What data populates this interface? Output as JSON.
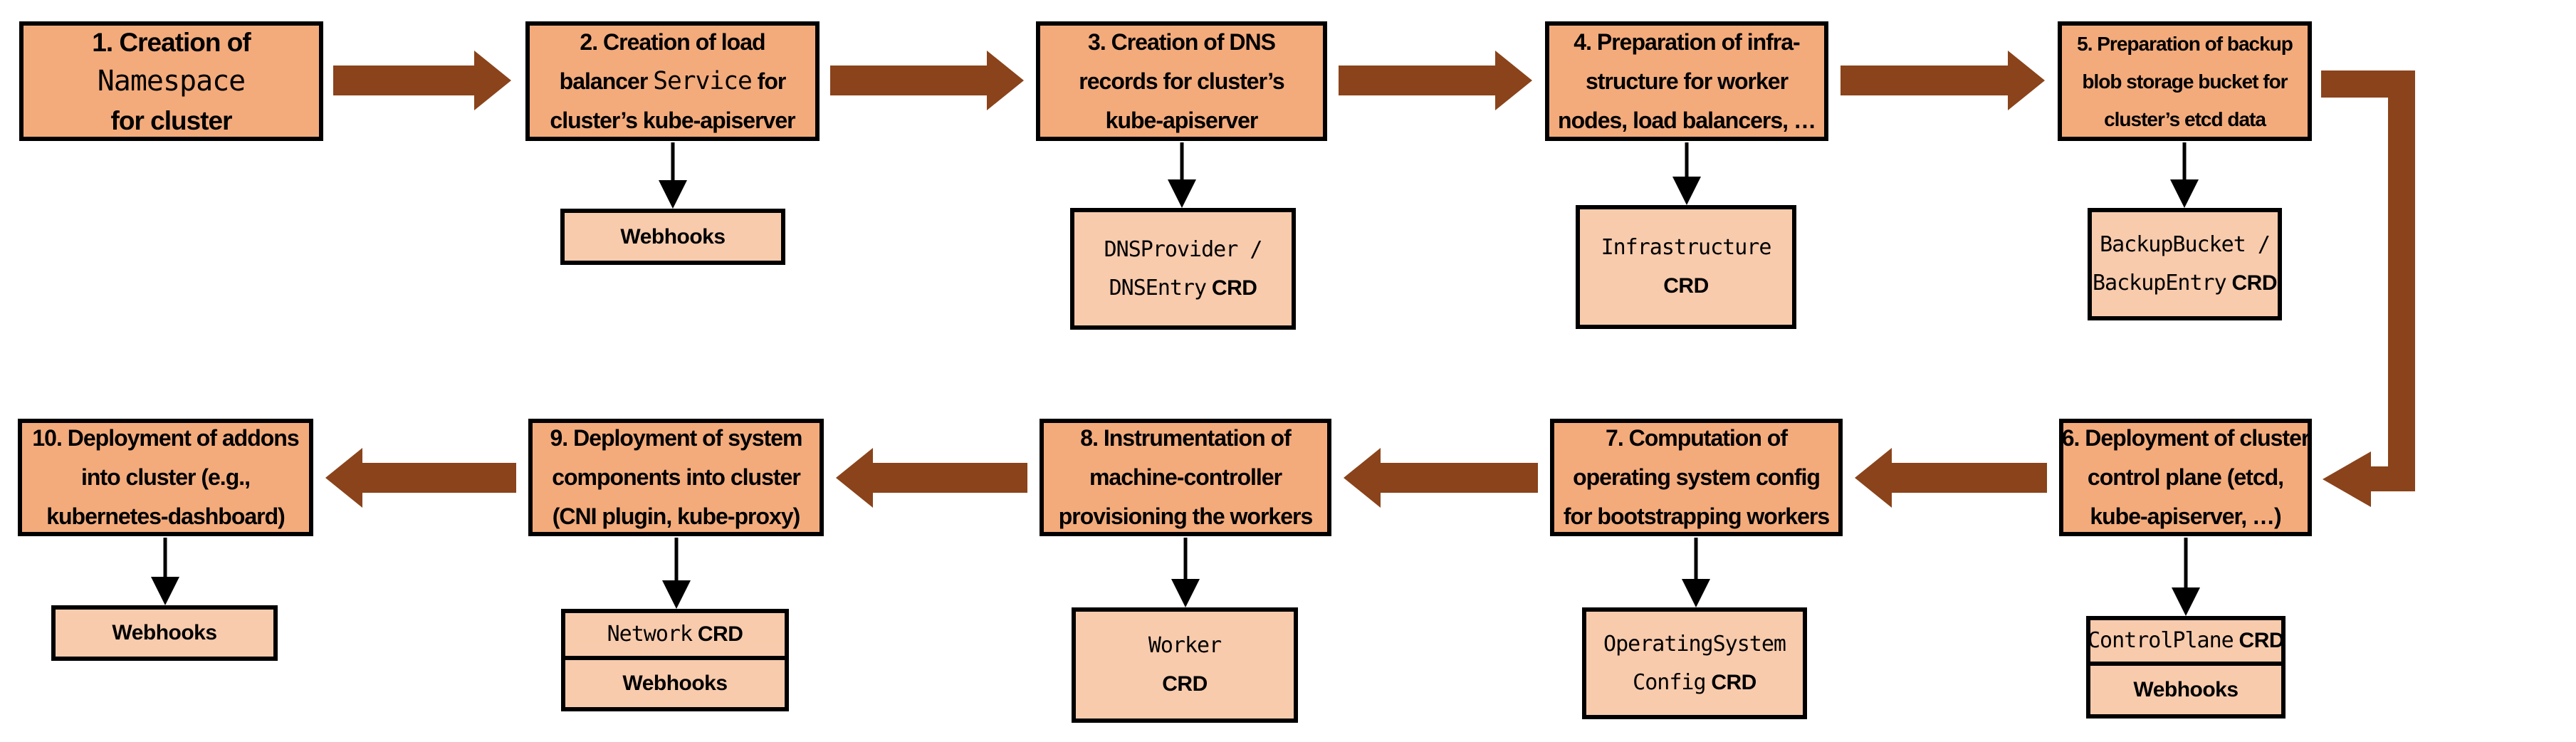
{
  "diagram": {
    "description": "Cluster reconciliation flow, steps 1-10",
    "colors": {
      "step_box_fill": "#F3AB7C",
      "sub_box_fill": "#F8CBAD",
      "flow_arrow": "#8A431A",
      "border": "#000000",
      "background": "#FFFFFF"
    },
    "steps": [
      {
        "id": "1",
        "main": {
          "lines": [
            [
              {
                "t": "1. Creation of"
              }
            ],
            [
              {
                "t": "Namespace",
                "mono": true
              }
            ],
            [
              {
                "t": "for cluster"
              }
            ]
          ]
        },
        "subs": []
      },
      {
        "id": "2",
        "main": {
          "lines": [
            [
              {
                "t": "2. Creation of load"
              }
            ],
            [
              {
                "t": "balancer "
              },
              {
                "t": "Service",
                "mono": true
              },
              {
                "t": " for"
              }
            ],
            [
              {
                "t": "cluster’s kube-apiserver"
              }
            ]
          ]
        },
        "subs": [
          {
            "lines": [
              [
                {
                  "t": "Webhooks"
                }
              ]
            ]
          }
        ]
      },
      {
        "id": "3",
        "main": {
          "lines": [
            [
              {
                "t": "3. Creation of DNS"
              }
            ],
            [
              {
                "t": "records for cluster’s"
              }
            ],
            [
              {
                "t": "kube-apiserver"
              }
            ]
          ]
        },
        "subs": [
          {
            "lines": [
              [
                {
                  "t": "DNSProvider /",
                  "mono": true
                }
              ],
              [
                {
                  "t": "DNSEntry",
                  "mono": true
                },
                {
                  "t": " CRD",
                  "bold": true
                }
              ]
            ]
          }
        ]
      },
      {
        "id": "4",
        "main": {
          "lines": [
            [
              {
                "t": "4. Preparation of infra-"
              }
            ],
            [
              {
                "t": "structure for worker"
              }
            ],
            [
              {
                "t": "nodes, load balancers, …"
              }
            ]
          ]
        },
        "subs": [
          {
            "lines": [
              [
                {
                  "t": "Infrastructure",
                  "mono": true
                }
              ],
              [
                {
                  "t": "CRD",
                  "bold": true
                }
              ]
            ]
          }
        ]
      },
      {
        "id": "5",
        "main": {
          "lines": [
            [
              {
                "t": "5. Preparation of backup"
              }
            ],
            [
              {
                "t": "blob storage bucket for"
              }
            ],
            [
              {
                "t": "cluster’s etcd data"
              }
            ]
          ]
        },
        "subs": [
          {
            "lines": [
              [
                {
                  "t": "BackupBucket /",
                  "mono": true
                }
              ],
              [
                {
                  "t": "BackupEntry",
                  "mono": true
                },
                {
                  "t": " CRD",
                  "bold": true
                }
              ]
            ]
          }
        ]
      },
      {
        "id": "6",
        "main": {
          "lines": [
            [
              {
                "t": "6. Deployment of cluster"
              }
            ],
            [
              {
                "t": "control plane (etcd,"
              }
            ],
            [
              {
                "t": "kube-apiserver, …)"
              }
            ]
          ]
        },
        "subs": [
          {
            "lines": [
              [
                {
                  "t": "ControlPlane",
                  "mono": true
                },
                {
                  "t": " CRD",
                  "bold": true
                }
              ]
            ]
          },
          {
            "lines": [
              [
                {
                  "t": "Webhooks"
                }
              ]
            ]
          }
        ]
      },
      {
        "id": "7",
        "main": {
          "lines": [
            [
              {
                "t": "7. Computation of"
              }
            ],
            [
              {
                "t": "operating system config"
              }
            ],
            [
              {
                "t": "for bootstrapping workers"
              }
            ]
          ]
        },
        "subs": [
          {
            "lines": [
              [
                {
                  "t": "OperatingSystem",
                  "mono": true
                }
              ],
              [
                {
                  "t": "Config",
                  "mono": true
                },
                {
                  "t": " CRD",
                  "bold": true
                }
              ]
            ]
          }
        ]
      },
      {
        "id": "8",
        "main": {
          "lines": [
            [
              {
                "t": "8. Instrumentation of"
              }
            ],
            [
              {
                "t": "machine-controller"
              }
            ],
            [
              {
                "t": "provisioning the workers"
              }
            ]
          ]
        },
        "subs": [
          {
            "lines": [
              [
                {
                  "t": "Worker",
                  "mono": true
                }
              ],
              [
                {
                  "t": "CRD",
                  "bold": true
                }
              ]
            ]
          }
        ]
      },
      {
        "id": "9",
        "main": {
          "lines": [
            [
              {
                "t": "9. Deployment of system"
              }
            ],
            [
              {
                "t": "components into cluster"
              }
            ],
            [
              {
                "t": "(CNI plugin, kube-proxy)"
              }
            ]
          ]
        },
        "subs": [
          {
            "lines": [
              [
                {
                  "t": "Network",
                  "mono": true
                },
                {
                  "t": " CRD",
                  "bold": true
                }
              ]
            ]
          },
          {
            "lines": [
              [
                {
                  "t": "Webhooks"
                }
              ]
            ]
          }
        ]
      },
      {
        "id": "10",
        "main": {
          "lines": [
            [
              {
                "t": "10. Deployment of addons"
              }
            ],
            [
              {
                "t": "into cluster (e.g.,"
              }
            ],
            [
              {
                "t": "kubernetes-dashboard)"
              }
            ]
          ]
        },
        "subs": [
          {
            "lines": [
              [
                {
                  "t": "Webhooks"
                }
              ]
            ]
          }
        ]
      }
    ]
  }
}
